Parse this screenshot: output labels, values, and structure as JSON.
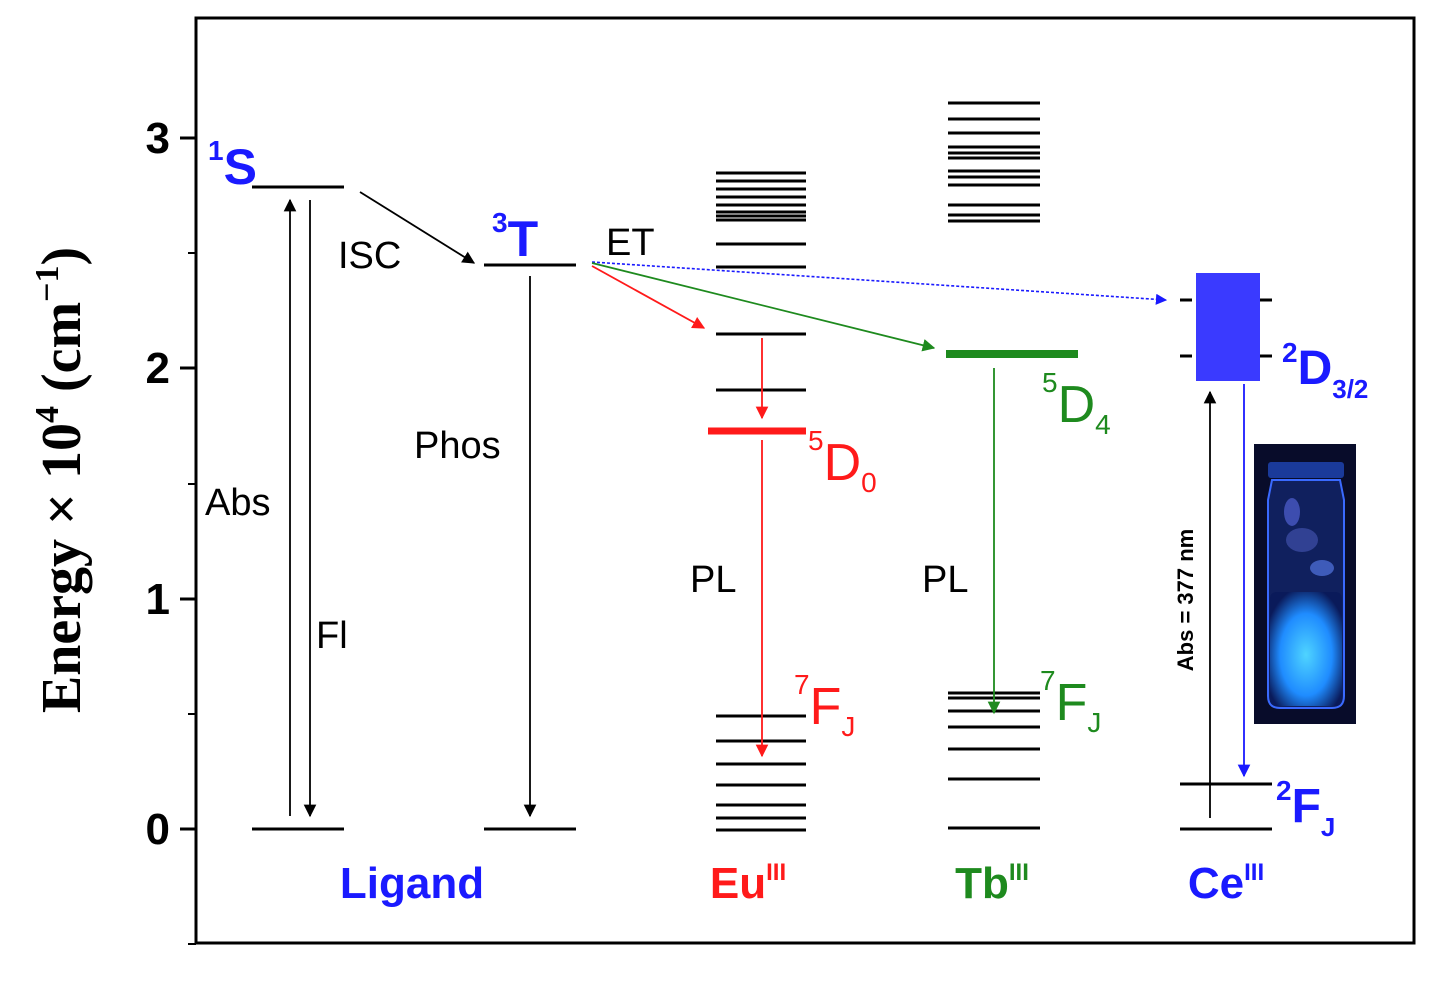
{
  "axis": {
    "ylabel_prefix": "Energy × 10",
    "ylabel_exp": "4",
    "ylabel_unit_open": "(cm",
    "ylabel_unit_exp": "−1",
    "ylabel_unit_close": ")",
    "ticks": [
      "0",
      "1",
      "2",
      "3"
    ]
  },
  "columns": {
    "ligand": {
      "label": "Ligand",
      "color": "#1a1aff"
    },
    "eu": {
      "label": "Eu",
      "sup": "III",
      "color": "#ff1a1a"
    },
    "tb": {
      "label": "Tb",
      "sup": "III",
      "color": "#1e8a1e"
    },
    "ce": {
      "label": "Ce",
      "sup": "III",
      "color": "#1a1aff"
    }
  },
  "states": {
    "singlet": {
      "pre": "1",
      "main": "S"
    },
    "triplet": {
      "pre": "3",
      "main": "T"
    },
    "eu_5d0": {
      "pre": "5",
      "main": "D",
      "sub": "0"
    },
    "eu_7fj": {
      "pre": "7",
      "main": "F",
      "sub": "J"
    },
    "tb_5d4": {
      "pre": "5",
      "main": "D",
      "sub": "4"
    },
    "tb_7fj": {
      "pre": "7",
      "main": "F",
      "sub": "J"
    },
    "ce_2d32": {
      "pre": "2",
      "main": "D",
      "sub": "3/2"
    },
    "ce_2fj": {
      "pre": "2",
      "main": "F",
      "sub": "J"
    }
  },
  "process_labels": {
    "isc": "ISC",
    "et": "ET",
    "abs": "Abs",
    "fl": "Fl",
    "phos": "Phos",
    "pl_eu": "PL",
    "pl_tb": "PL",
    "ce_abs": "Abs = 377 nm"
  },
  "colors": {
    "black": "#000000",
    "eu_red": "#ff1a1a",
    "tb_green": "#1e8a1e",
    "ce_blue": "#1a1aff",
    "ce_box": "#3a3aff",
    "vial_glow": "#1fb8ff"
  }
}
